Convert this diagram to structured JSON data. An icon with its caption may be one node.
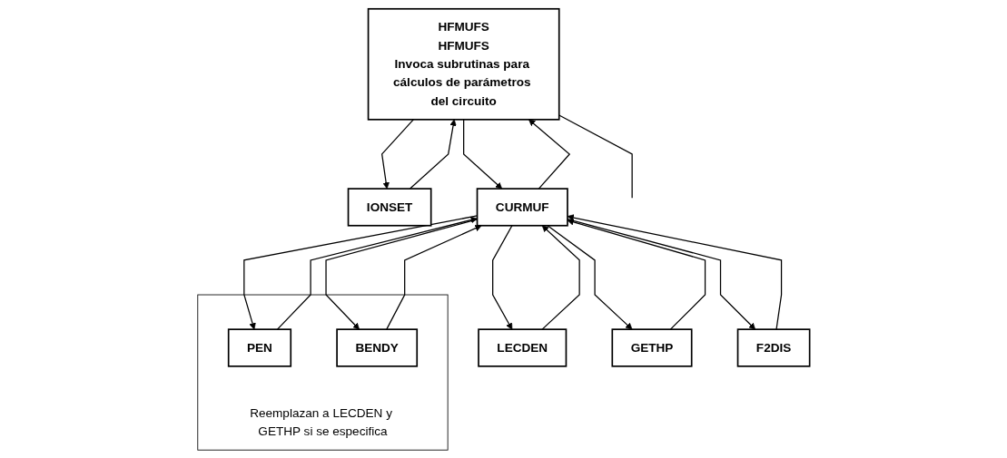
{
  "diagram": {
    "nodes": [
      {
        "text": [
          "HFMUFS",
          "HFMUFS",
          "Invoca subrutinas para cálculos de parámetros del circuito"
        ]
      },
      {
        "text": [
          "IONSET"
        ]
      },
      {
        "text": [
          "CURMUF"
        ]
      },
      {
        "text": [
          "LECDEN"
        ]
      },
      {
        "text": [
          "GETHP"
        ]
      },
      {
        "text": [
          "Reemplazan a LECDEN y GETHP si se especifica"
        ]
      },
      {
        "text": [
          "PEN"
        ],
        "in": 5
      },
      {
        "text": [
          "BENDY"
        ],
        "in": 5
      },
      {
        "text": [
          "F2DIS"
        ]
      }
    ],
    "edges": [
      {
        "from": 0,
        "to": null,
        "arrow": "none"
      },
      {
        "from": 0,
        "to": 1,
        "arrow": "to"
      },
      {
        "from": 1,
        "to": 0,
        "arrow": "to"
      },
      {
        "from": 0,
        "to": 2,
        "arrow": "to"
      },
      {
        "from": 2,
        "to": 0,
        "arrow": "to"
      },
      {
        "from": 2,
        "to": 3,
        "arrow": "to"
      },
      {
        "from": 3,
        "to": 2,
        "arrow": "to"
      },
      {
        "from": 2,
        "to": 4,
        "arrow": "to"
      },
      {
        "from": 4,
        "to": 2,
        "arrow": "to"
      },
      {
        "from": 2,
        "to": 6,
        "arrow": "to"
      },
      {
        "from": 6,
        "to": 2,
        "arrow": "to"
      },
      {
        "from": 2,
        "to": 7,
        "arrow": "to"
      },
      {
        "from": 7,
        "to": 2,
        "arrow": "to"
      },
      {
        "from": 2,
        "to": 8,
        "arrow": "to"
      },
      {
        "from": 8,
        "to": 2,
        "arrow": "to"
      }
    ]
  }
}
